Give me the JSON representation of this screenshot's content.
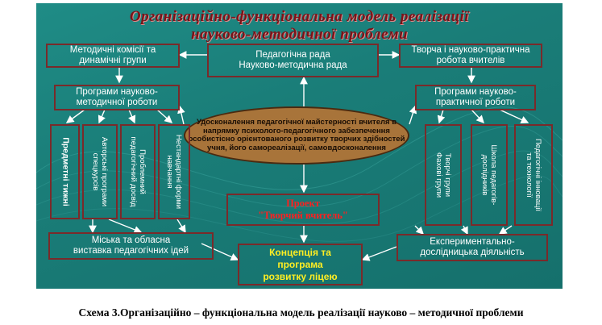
{
  "title": {
    "line1": "Організаційно-функціональна модель реалізації",
    "line2": "науково-методичної проблеми"
  },
  "top_boxes": {
    "left": [
      "Методичні комісії та",
      "динамічні групи"
    ],
    "center": [
      "Педагогічна рада",
      "Науково-методична рада"
    ],
    "right": [
      "Творча і науково-практична",
      "робота вчителів"
    ]
  },
  "programs": {
    "left": [
      "Програми науково-",
      "методичної роботи"
    ],
    "right": [
      "Програми науково-",
      "практичної роботи"
    ]
  },
  "center_oval": [
    "Удосконалення педагогічної майстерності",
    "вчителя в напрямку психолого-педагогічного",
    "забезпечення особистісно орієнтованого",
    "розвитку творчих здібностей учня,",
    "його самореалізації, самовдосконалення"
  ],
  "left_vertical": [
    [
      "Предметні тижні"
    ],
    [
      "Авторські програми",
      "спецкурсів"
    ],
    [
      "Проблемний",
      "педагогічний досвід"
    ],
    [
      "Нестандартні форми",
      "навчання"
    ]
  ],
  "right_vertical": [
    [
      "Творчі групи",
      "Фахові групи"
    ],
    [
      "Школа педагогів-",
      "дослідників"
    ],
    [
      "Педагогічні інновації",
      "та технології"
    ]
  ],
  "project": [
    "Проект",
    "\"Творчий   вчитель\""
  ],
  "bottom_left": [
    "Міська та обласна",
    "виставка педагогічних ідей"
  ],
  "bottom_right": [
    "Експериментально-",
    "дослідницька діяльність"
  ],
  "concept": [
    "Концепція та",
    "програма",
    "розвитку ліцею"
  ],
  "caption": "Схема 3.Організаційно – функціональна модель реалізації науково – методичної проблеми"
}
